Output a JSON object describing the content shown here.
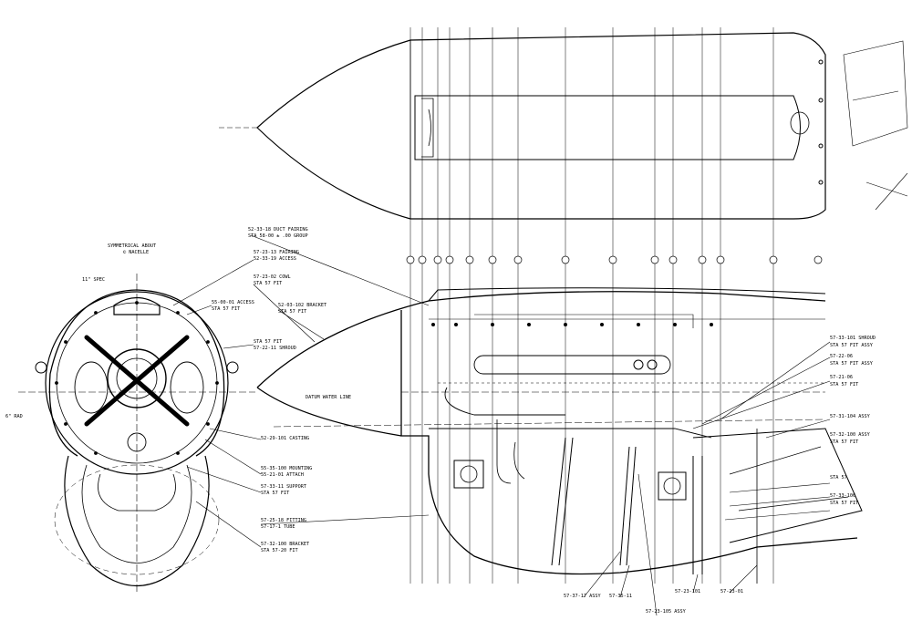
{
  "colors": {
    "paper": "#ffffff",
    "ink": "#000000",
    "grey": "#888888"
  },
  "view_titles": {
    "front": "SYMMETRICAL ABOUT",
    "front_sub": "© NACELLE"
  },
  "front_labels": {
    "top": "11\" SPEC",
    "left": "6\" RAD"
  },
  "side_labels": {
    "waterline": "DATUM WATER LINE"
  },
  "callouts": [
    "52-33-18 DUCT FAIRING",
    "STA 58-00 ± .00 GROUP",
    "57-23-13 FAIRING",
    "52-33-19 ACCESS",
    "57-23-02 COWL",
    "STA 57 FIT",
    "55-00-01 ACCESS",
    "STA 57 FIT",
    "52-03-102 BRACKET",
    "STA 57 FIT",
    "STA 57 FIT",
    "57-22-11 SHROUD",
    "52-29-101 CASTING",
    "55-35-100 MOUNTING",
    "55-21-01 ATTACH",
    "57-33-11 SUPPORT",
    "STA 57 FIT",
    "57-25-18 FITTING",
    "57-17-1 TUBE",
    "57-32-100 BRACKET",
    "STA 57-20 FIT",
    "57-33-101 SHROUD",
    "STA 57 FIT ASSY",
    "57-22-06",
    "STA 57 FIT ASSY",
    "57-21-06",
    "STA 57 FIT",
    "57-31-104 ASSY",
    "57-32-100 ASSY",
    "STA 57 FIT",
    "STA 57",
    "57-33-106",
    "STA 57 FIT",
    "57-37-17 ASSY",
    "57-35-11",
    "57-23-105 ASSY",
    "57-23-101",
    "57-23-01"
  ]
}
